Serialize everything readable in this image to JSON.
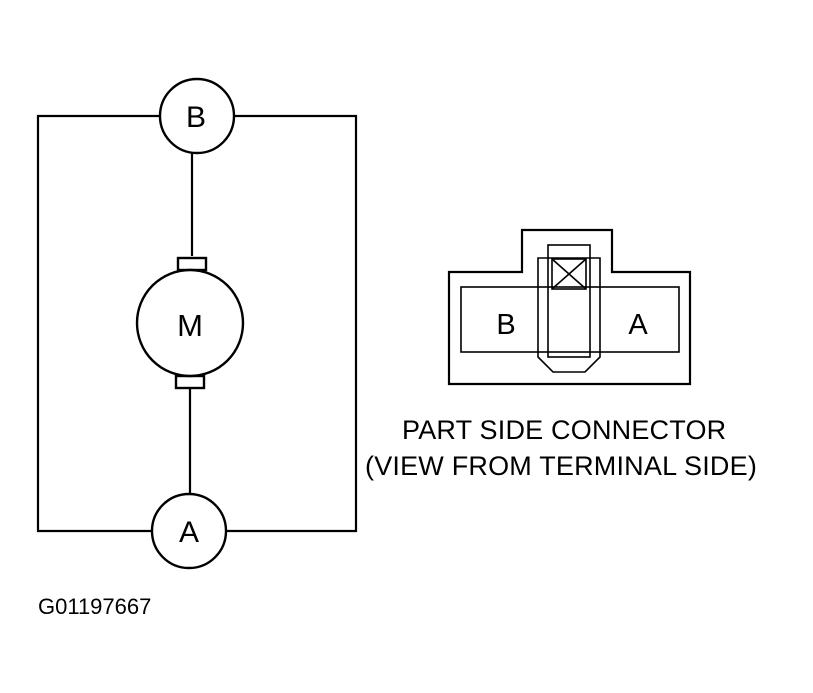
{
  "motor_schematic": {
    "terminal_top_label": "B",
    "terminal_bottom_label": "A",
    "motor_label": "M"
  },
  "connector": {
    "left_cavity_label": "B",
    "right_cavity_label": "A",
    "caption_line1": "PART SIDE CONNECTOR",
    "caption_line2": "(VIEW FROM TERMINAL SIDE)"
  },
  "figure_id": "G01197667"
}
